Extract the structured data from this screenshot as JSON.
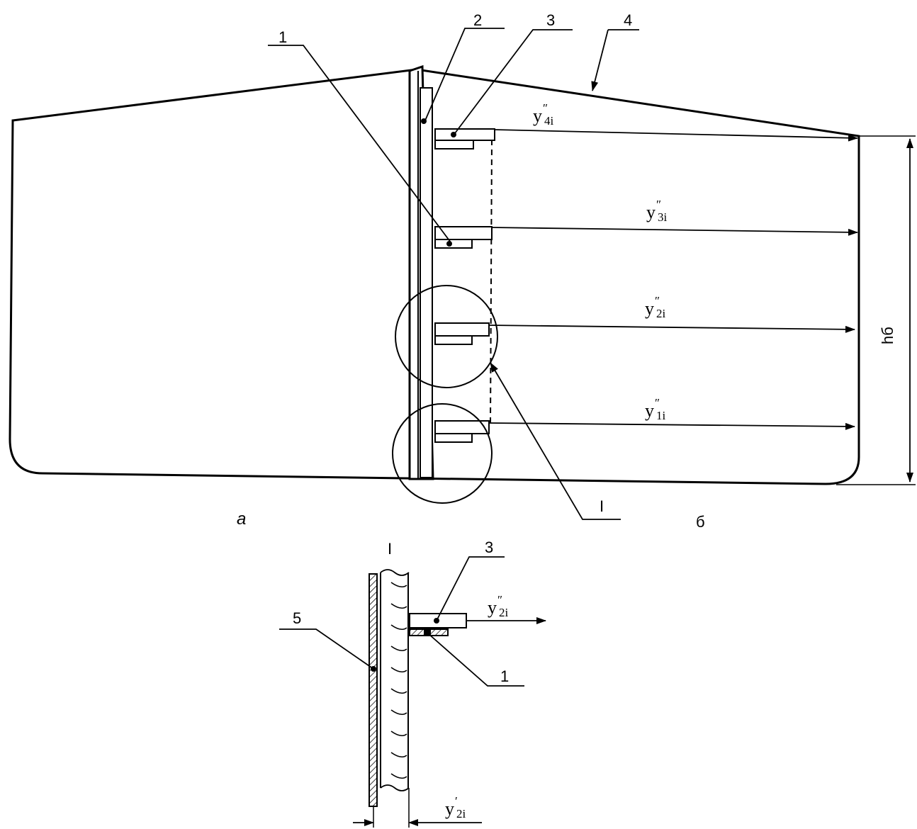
{
  "diagram": {
    "callouts": {
      "c1": "1",
      "c2": "2",
      "c3": "3",
      "c4": "4",
      "c5": "5",
      "detail": "I"
    },
    "view_labels": {
      "left": "а",
      "right": "б"
    },
    "measurements": [
      {
        "main": "y",
        "prime": "″",
        "sub": "4i"
      },
      {
        "main": "y",
        "prime": "″",
        "sub": "3i"
      },
      {
        "main": "y",
        "prime": "″",
        "sub": "2i"
      },
      {
        "main": "y",
        "prime": "″",
        "sub": "1i"
      }
    ],
    "height_label": "hб",
    "detail_view": {
      "title": "I",
      "callout_3": "3",
      "callout_1": "1",
      "callout_5": "5",
      "top_measure": {
        "main": "y",
        "prime": "″",
        "sub": "2i"
      },
      "bottom_measure": {
        "main": "y",
        "prime": "′",
        "sub": "2i"
      }
    }
  }
}
